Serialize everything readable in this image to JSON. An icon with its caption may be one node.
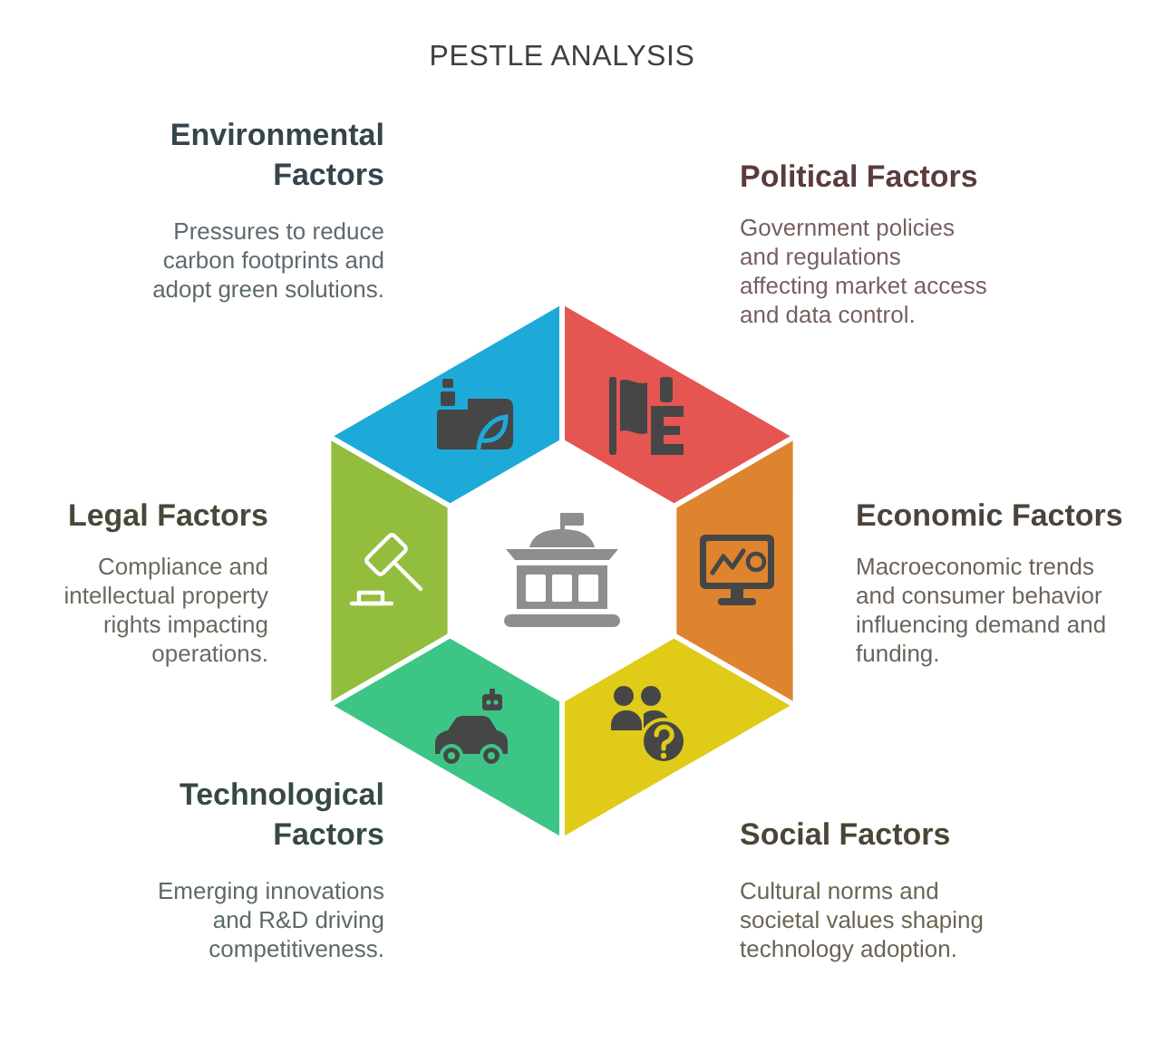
{
  "diagram": {
    "title": "PESTLE ANALYSIS",
    "nodes": [
      {
        "text": [
          "Environmental Factors",
          "Pressures to reduce carbon footprints and adopt green solutions."
        ]
      },
      {
        "text": [
          "Political Factors",
          "Government policies and regulations affecting market access and data control."
        ]
      },
      {
        "text": [
          "Legal Factors",
          "Compliance and intellectual property rights impacting operations."
        ]
      },
      {
        "text": [
          "Economic Factors",
          "Macroeconomic trends and consumer behavior influencing demand and funding."
        ]
      },
      {
        "text": [
          "Technological Factors",
          "Emerging innovations and R&D driving competitiveness."
        ]
      },
      {
        "text": [
          "Social Factors",
          "Cultural norms and societal values shaping technology adoption."
        ]
      }
    ]
  }
}
